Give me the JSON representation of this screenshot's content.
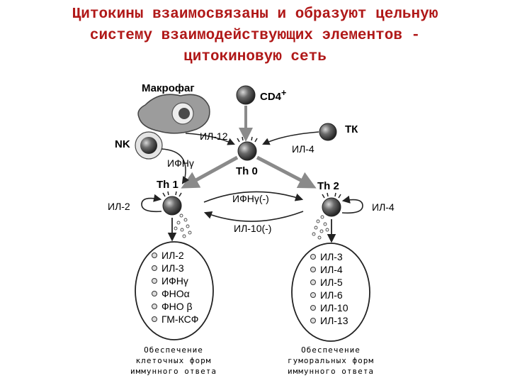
{
  "title": {
    "line1": "Цитокины взаимосвязаны и образуют цельную",
    "line2": "систему взаимодействующих элементов -",
    "line3": "цитокиновую сеть"
  },
  "nodes": {
    "macrophage": "Макрофаг",
    "cd4": "CD4",
    "cd4_sup": "+",
    "nk": "NK",
    "tk": "ТК",
    "th0": "Th 0",
    "th1": "Th 1",
    "th2": "Th 2"
  },
  "signals": {
    "il12": "ИЛ-12",
    "ifng_left": "ИФНγ",
    "il4_top": "ИЛ-4",
    "ifng_cross": "ИФНγ(-)",
    "il10_cross": "ИЛ-10(-)",
    "il2_loop": "ИЛ-2",
    "il4_loop": "ИЛ-4"
  },
  "th1_products": [
    "ИЛ-2",
    "ИЛ-3",
    "ИФНγ",
    "ФНОα",
    "ФНО β",
    "ГМ-КСФ"
  ],
  "th2_products": [
    "ИЛ-3",
    "ИЛ-4",
    "ИЛ-5",
    "ИЛ-6",
    "ИЛ-10",
    "ИЛ-13"
  ],
  "captions": {
    "left": [
      "Обеспечение",
      "клеточных форм",
      "иммунного ответа"
    ],
    "right": [
      "Обеспечение",
      "гуморальных форм",
      "иммунного ответа"
    ]
  }
}
